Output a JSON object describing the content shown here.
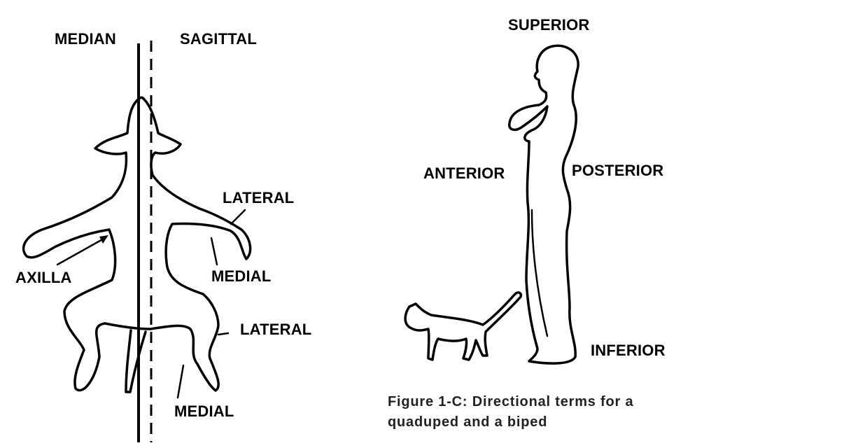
{
  "labels": {
    "median": "MEDIAN",
    "sagittal": "SAGITTAL",
    "lateral_upper": "LATERAL",
    "axilla": "AXILLA",
    "medial_upper": "MEDIAL",
    "lateral_lower": "LATERAL",
    "medial_lower": "MEDIAL",
    "superior": "SUPERIOR",
    "anterior": "ANTERIOR",
    "posterior": "POSTERIOR",
    "inferior": "INFERIOR"
  },
  "caption": {
    "line1": "Figure 1-C: Directional terms for a",
    "line2": "quaduped and a biped"
  }
}
